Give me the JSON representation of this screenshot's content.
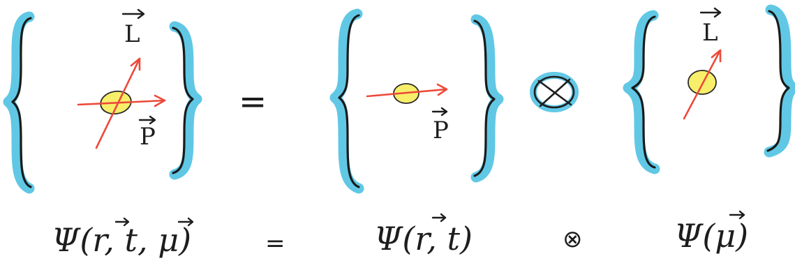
{
  "diagram": {
    "labels": {
      "L_left": "L",
      "P_left": "P",
      "P_middle": "P",
      "L_right": "L"
    },
    "equals_symbol": "=",
    "tensor_symbol": "⊗",
    "formula": {
      "lhs": "Ψ(r, t, μ)",
      "equals": "=",
      "mid": "Ψ(r, t)",
      "tensor": "⊗",
      "rhs": "Ψ(μ)"
    },
    "colors": {
      "brace_highlight": "#52c3e3",
      "arrow": "#ec4a3a",
      "particle": "#f7ef6a",
      "ink": "#1d1d1d"
    }
  }
}
